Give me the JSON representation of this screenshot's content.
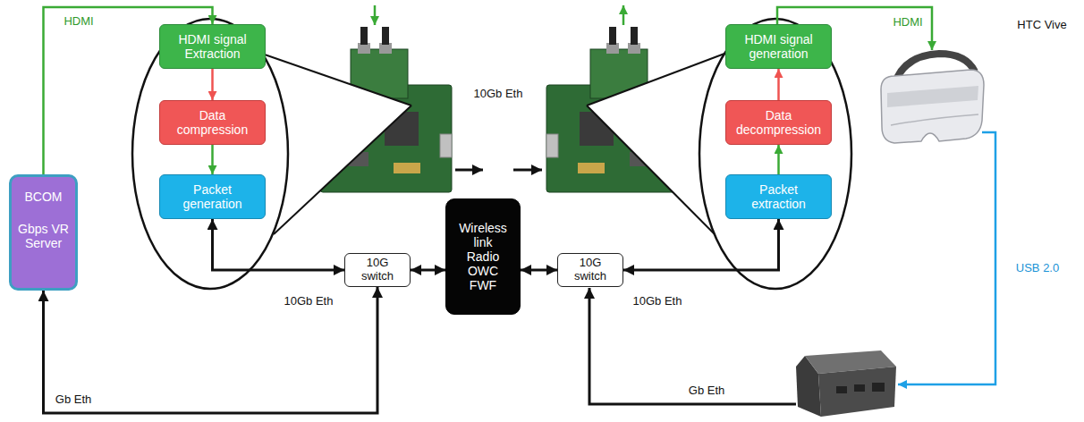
{
  "diagram": {
    "nodes": [
      {
        "text": [
          "BCOM",
          "Gbps VR Server"
        ]
      },
      {
        "text": [
          "HDMI signal Extraction"
        ]
      },
      {
        "text": [
          "Data compression"
        ]
      },
      {
        "text": [
          "Packet generation"
        ]
      },
      {
        "text": [
          "10G switch"
        ]
      },
      {
        "text": [
          "Wireless link Radio OWC FWF"
        ]
      },
      {
        "text": [
          "10G switch"
        ]
      },
      {
        "text": [
          "HDMI signal generation"
        ]
      },
      {
        "text": [
          "Data decompression"
        ]
      },
      {
        "text": [
          "Packet extraction"
        ]
      }
    ],
    "edges": [
      {
        "from": 0,
        "to": 1,
        "arrow": "to"
      },
      {
        "from": 1,
        "to": 2,
        "arrow": "to"
      },
      {
        "from": 2,
        "to": 3,
        "arrow": "to"
      },
      {
        "from": 3,
        "to": 4,
        "arrow": "both"
      },
      {
        "from": 4,
        "to": 5,
        "arrow": "both"
      },
      {
        "from": 5,
        "to": 6,
        "arrow": "both"
      },
      {
        "from": 6,
        "to": 9,
        "arrow": "both"
      },
      {
        "from": 9,
        "to": 8,
        "arrow": "to"
      },
      {
        "from": 8,
        "to": 7,
        "arrow": "to"
      },
      {
        "from": 4,
        "to": 0,
        "arrow": "both"
      }
    ],
    "labels": [
      "HDMI",
      "HDMI",
      "HTC Vive",
      "10Gb Eth",
      "10Gb Eth",
      "10Gb Eth",
      "Gb Eth",
      "Gb Eth",
      "USB 2.0"
    ]
  }
}
